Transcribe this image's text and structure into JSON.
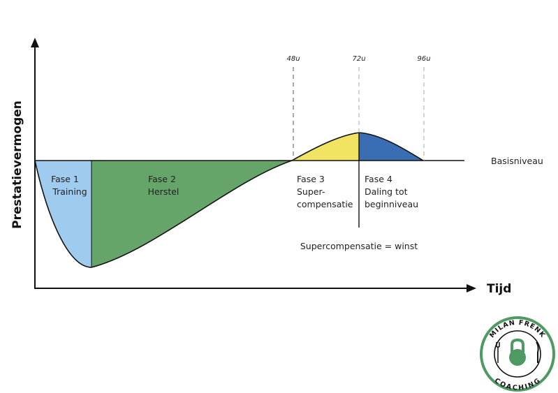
{
  "axes": {
    "y_label": "Prestatievermogen",
    "x_label": "Tijd"
  },
  "baseline_label": "Basisniveau",
  "time_markers": [
    "48u",
    "72u",
    "96u"
  ],
  "phases": [
    {
      "lines": [
        "Fase 1",
        "Training"
      ],
      "color": "#9ecbee"
    },
    {
      "lines": [
        "Fase 2",
        "Herstel"
      ],
      "color": "#66a56a"
    },
    {
      "lines": [
        "Fase 3",
        "Super-",
        "compensatie"
      ],
      "color": "#f2e463"
    },
    {
      "lines": [
        "Fase 4",
        "Daling tot",
        "beginniveau"
      ],
      "color": "#3a6eb4"
    }
  ],
  "caption": "Supercompensatie = winst",
  "logo": {
    "top_text": "MILAN FRENK",
    "bottom_text": "COACHING",
    "color": "#4f9a63"
  }
}
